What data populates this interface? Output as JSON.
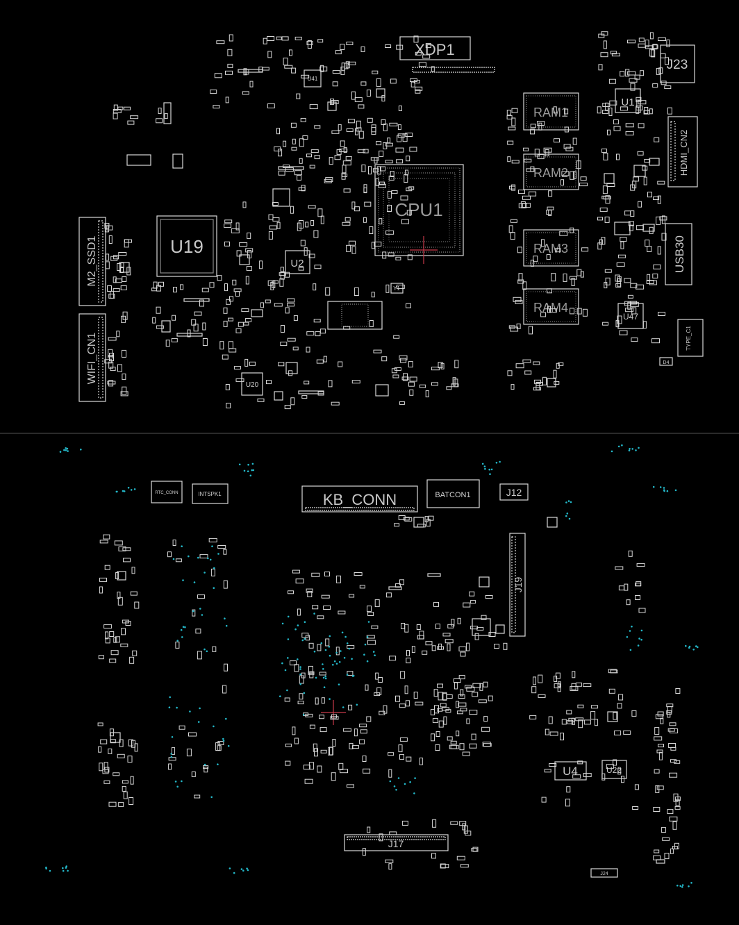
{
  "colors": {
    "background": "#000000",
    "outline": "#d8d8d8",
    "big_label": "#9a9a9a",
    "via": "#23b7c8",
    "marker": "#c83a4a",
    "divider": "#555555"
  },
  "top_side": {
    "labels": {
      "xdp1": "XDP1",
      "j23": "J23",
      "u1": "U1",
      "hdmi_cn2": "HDMI_CN2",
      "ram1": "RAM1",
      "ram2": "RAM2",
      "ram3": "RAM3",
      "ram4": "RAM4",
      "usb30": "USB30",
      "u47": "U47",
      "type_c1": "TYPE_C1",
      "d4": "D4",
      "cpu1": "CPU1",
      "u19": "U19",
      "u2": "U2",
      "u41": "U41",
      "u20": "U20",
      "y1": "Y1",
      "m2_ssd1": "M2_SSD1",
      "wifi_cn1": "WIFI_CN1"
    }
  },
  "bottom_side": {
    "labels": {
      "rtc_conn": "RTC_CONN",
      "intspk1": "INTSPK1",
      "kb_conn": "KB_CONN",
      "batcon1": "BATCON1",
      "j12": "J12",
      "j19": "J19",
      "u4": "U4",
      "u22": "U22",
      "j17": "J17",
      "j24": "J24"
    }
  }
}
